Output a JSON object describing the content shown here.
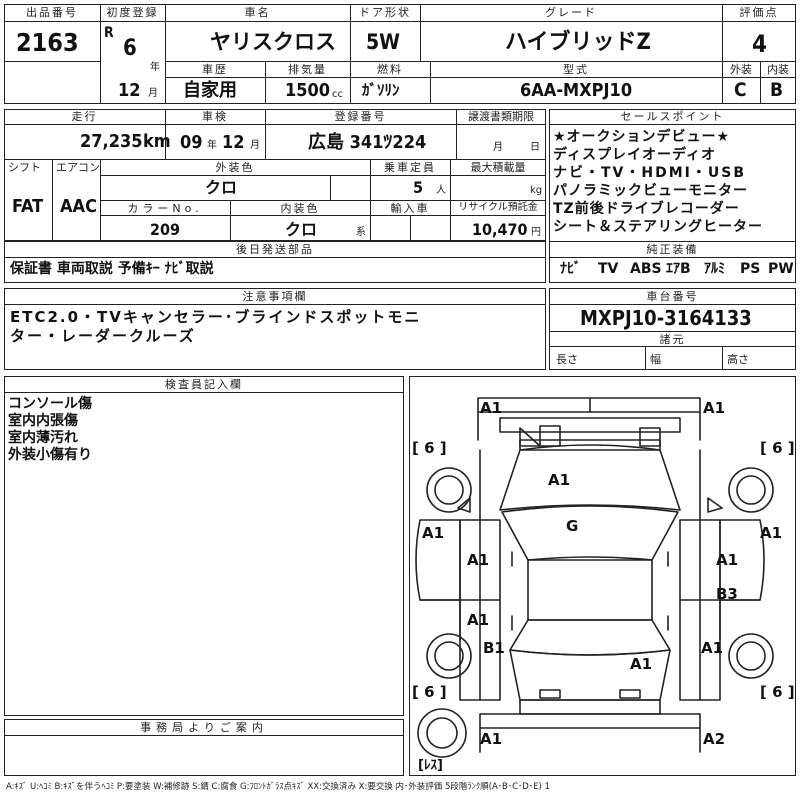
{
  "header": {
    "lot_no_label": "出品番号",
    "lot_no": "2163",
    "first_reg_label": "初度登録",
    "era": "R",
    "year": "6",
    "year_unit": "年",
    "month": "12",
    "month_unit": "月",
    "car_name_label": "車名",
    "car_name": "ヤリスクロス",
    "door_label": "ドア形状",
    "door": "5W",
    "grade_label": "グレード",
    "grade": "ハイブリッドZ",
    "score_label": "評価点",
    "score": "4",
    "history_label": "車歴",
    "history": "自家用",
    "displacement_label": "排気量",
    "displacement": "1500",
    "displacement_unit": "cc",
    "fuel_label": "燃料",
    "fuel": "ｶﾞｿﾘﾝ",
    "model_label": "型式",
    "model": "6AA-MXPJ10",
    "exterior_label": "外装",
    "exterior": "C",
    "interior_label": "内装",
    "interior": "B"
  },
  "row2": {
    "mileage_label": "走行",
    "mileage": "27,235",
    "mileage_unit": "km",
    "inspection_label": "車検",
    "insp_year": "09",
    "insp_year_unit": "年",
    "insp_month": "12",
    "insp_month_unit": "月",
    "reg_no_label": "登録番号",
    "reg_no": "広島 341ﾂ224",
    "transfer_label": "譲渡書類期限",
    "transfer_month_unit": "月",
    "transfer_day_unit": "日",
    "shift_label": "シフト",
    "shift": "FAT",
    "ac_label": "エアコン",
    "ac": "AAC",
    "ext_color_label": "外装色",
    "ext_color": "クロ",
    "capacity_label": "乗車定員",
    "capacity": "5",
    "capacity_unit": "人",
    "max_load_label": "最大積載量",
    "max_load_unit": "kg",
    "color_no_label": "カラーNo.",
    "color_no": "209",
    "int_color_label": "内装色",
    "int_color": "クロ",
    "int_color_unit": "系",
    "import_label": "輸入車",
    "recycle_label": "リサイクル預託金",
    "recycle": "10,470",
    "recycle_unit": "円"
  },
  "sales_points": {
    "label": "セールスポイント",
    "items": [
      "★オークションデビュー★",
      "ディスプレイオーディオ",
      "ナビ・TV・HDMI・USB",
      "パノラミックビューモニター",
      "TZ前後ドライブレコーダー",
      "シート＆ステアリングヒーター"
    ]
  },
  "equipment": {
    "label": "純正装備",
    "items": [
      "ﾅﾋﾞ",
      "TV",
      "ABS",
      "ｴｱB",
      "ｱﾙﾐ",
      "PS",
      "PW"
    ]
  },
  "later_parts": {
    "label": "後日発送部品",
    "value": "保証書 車両取説 予備ｷｰ ﾅﾋﾞ取説"
  },
  "notes": {
    "label": "注意事項欄",
    "line1": "ETC2.0・TVキャンセラー･ブラインドスポットモニ",
    "line2": "ター・レーダークルーズ"
  },
  "chassis": {
    "label": "車台番号",
    "value": "MXPJ10-3164133"
  },
  "dims": {
    "label": "諸元",
    "length": "長さ",
    "width": "幅",
    "height": "高さ"
  },
  "inspector": {
    "label": "検査員記入欄",
    "lines": [
      "コンソール傷",
      "室内内張傷",
      "室内薄汚れ",
      "外装小傷有り"
    ]
  },
  "office": {
    "label": "事務局よりご案内"
  },
  "diagram": {
    "marks": {
      "a1_top_left": "A1",
      "a1_top_right": "A1",
      "six_left_top": "[ 6 ]",
      "six_right_top": "[ 6 ]",
      "a1_hood": "A1",
      "g_windshield": "G",
      "a1_left_side": "A1",
      "a1_right_side": "A1",
      "a1_front_door_l": "A1",
      "a1_front_door_r": "A1",
      "b3_rear_door_r": "B3",
      "a1_rear_door_l": "A1",
      "b1_rear_fender_l": "B1",
      "a1_rear_fender_r": "A1",
      "a1_trunk": "A1",
      "six_left_bottom": "[ 6 ]",
      "six_right_bottom": "[ 6 ]",
      "a1_bottom_left": "A1",
      "a2_bottom_right": "A2",
      "spare": "[ﾚｽ]"
    }
  },
  "legend": "A:ｷｽﾞ U:ﾍｺﾐ B:ｷｽﾞを伴うﾍｺﾐ P:要塗装 W:補修跡 S:錆 C:腐食 G:ﾌﾛﾝﾄｶﾞﾗｽ点ｷｽﾞ XX:交換済み X:要交換 内･外装評価 5段階ﾗﾝｸ順(A･B･C･D･E) 1"
}
